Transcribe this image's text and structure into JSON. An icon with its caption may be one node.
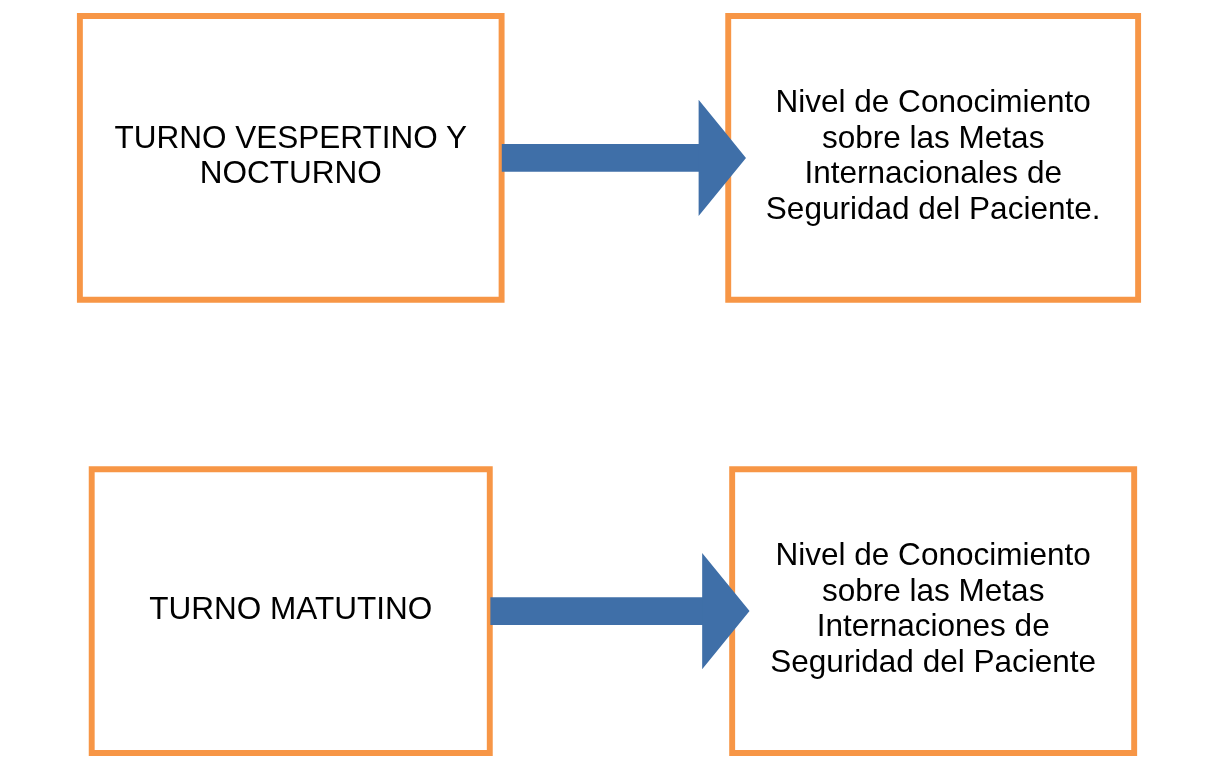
{
  "diagram": {
    "nodes": [
      {
        "text": [
          "TURNO MATUTINO"
        ]
      },
      {
        "text": [
          "Nivel de Conocimiento sobre las Metas Internaciones de Seguridad del Paciente"
        ]
      },
      {
        "text": [
          "TURNO VESPERTINO Y NOCTURNO"
        ]
      },
      {
        "text": [
          "Nivel de Conocimiento sobre las Metas Internacionales de Seguridad del Paciente."
        ]
      }
    ],
    "edges": [
      {
        "from": 0,
        "to": 1,
        "arrow": "to"
      },
      {
        "from": 2,
        "to": 3,
        "arrow": "to"
      }
    ]
  }
}
